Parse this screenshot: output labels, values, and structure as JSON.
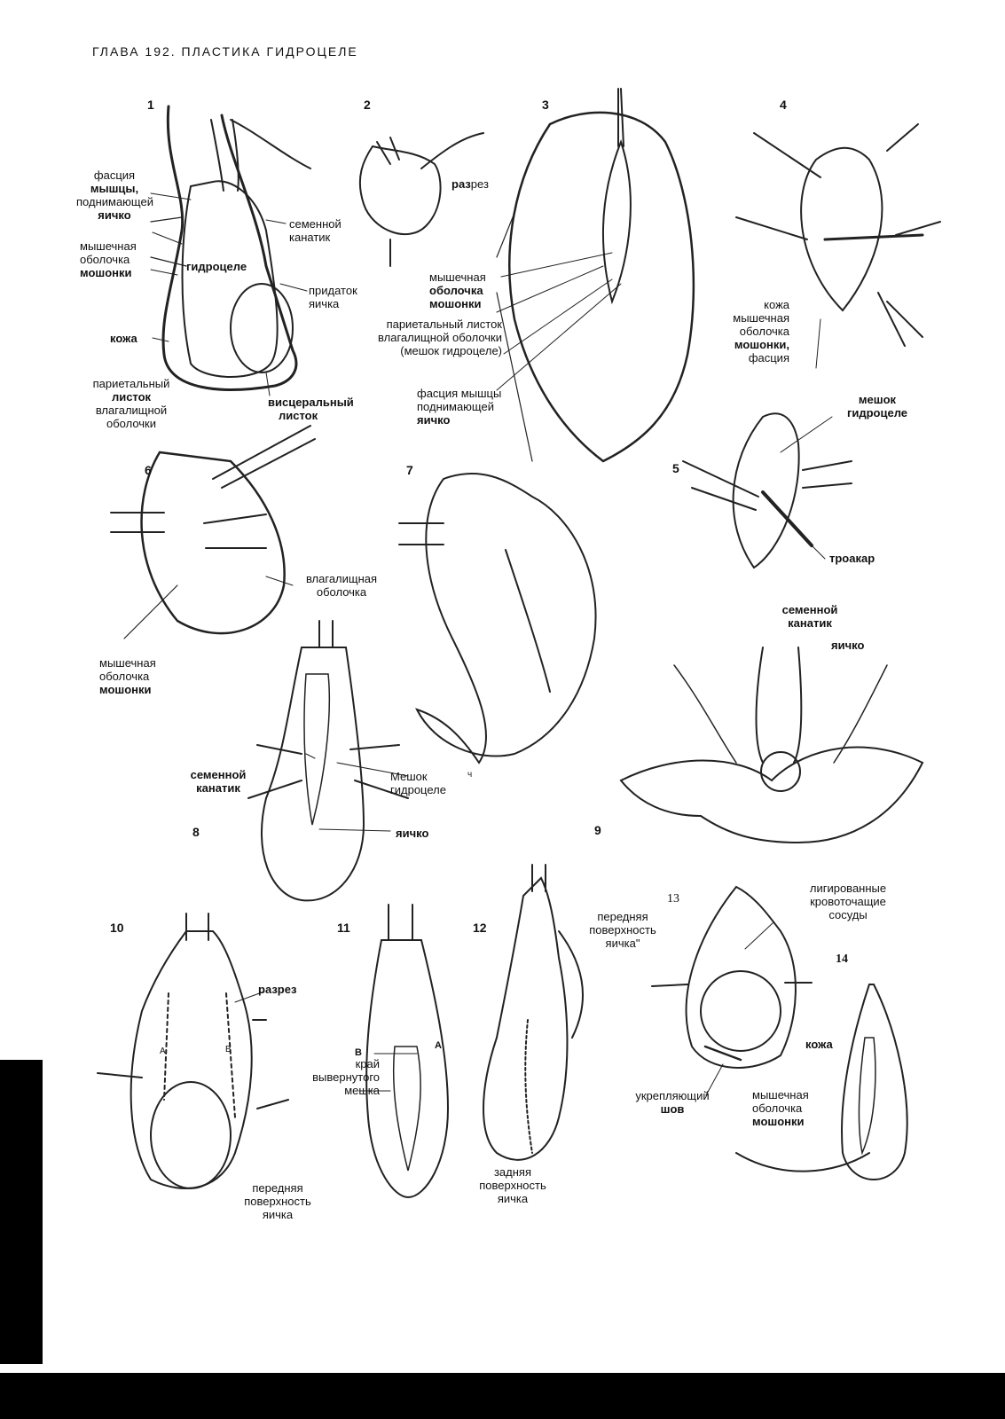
{
  "header": {
    "title": "ГЛАВА 192. ПЛАСТИКА ГИДРОЦЕЛЕ"
  },
  "figures": [
    {
      "num": "1",
      "labels": {
        "fascia": [
          "фасция",
          "мышцы,",
          "поднимающей",
          "яичко"
        ],
        "muscular": [
          "мышечная",
          "оболочка",
          "мошонки"
        ],
        "skin": "кожа",
        "spermatic": [
          "семенной",
          "канатик"
        ],
        "hydrocele": "гидроцеле",
        "epididymis": [
          "придаток",
          "яичка"
        ],
        "parietal": [
          "париетальный",
          "листок",
          "влагалищной",
          "оболочки"
        ],
        "visceral": [
          "висцеральный",
          "листок"
        ]
      }
    },
    {
      "num": "2",
      "labels": {
        "incision_a": "раз",
        "incision_b": "рез"
      }
    },
    {
      "num": "3",
      "labels": {
        "muscular": [
          "мышечная",
          "оболочка",
          "мошонки"
        ],
        "parietal": [
          "париетальный листок",
          "влагалищной оболочки",
          "(мешок гидроцеле)"
        ],
        "fascia": [
          "фасция мышцы",
          "поднимающей",
          "яичко"
        ]
      }
    },
    {
      "num": "4",
      "labels": {
        "layers": [
          "кожа",
          "мышечная",
          "оболочка",
          "мошонки,",
          "фасция"
        ]
      }
    },
    {
      "num": "5",
      "labels": {
        "sac": [
          "мешок",
          "гидроцеле"
        ],
        "trocar": "троакар"
      }
    },
    {
      "num": "6",
      "labels": {
        "vaginal": [
          "влагалищная",
          "оболочка"
        ],
        "muscular": [
          "мышечная",
          "оболочка",
          "мошонки"
        ]
      }
    },
    {
      "num": "7",
      "labels": {}
    },
    {
      "num": "8",
      "labels": {
        "spermatic": [
          "семенной",
          "канатик"
        ],
        "sac": [
          "Мешок",
          "гидроцеле"
        ],
        "testis": "яичко"
      }
    },
    {
      "num": "9",
      "labels": {
        "spermatic": [
          "семенной",
          "канатик"
        ],
        "testis": "яичко"
      }
    },
    {
      "num": "10",
      "labels": {
        "incision": "разрез",
        "a": "А",
        "b": "В",
        "anterior": [
          "передняя",
          "поверхность",
          "яичка"
        ]
      }
    },
    {
      "num": "11",
      "labels": {
        "b": "В",
        "a": "А",
        "edge": [
          "край",
          "вывернутого",
          "мешка"
        ]
      }
    },
    {
      "num": "12",
      "labels": {
        "posterior": [
          "задняя",
          "поверхность",
          "яичка"
        ]
      }
    },
    {
      "num": "13",
      "labels": {
        "anterior": [
          "передняя",
          "поверхность",
          "яичка\""
        ],
        "ligated": [
          "лигированные",
          "кровоточащие",
          "сосуды"
        ],
        "suture": [
          "укрепляющий",
          "шов"
        ]
      }
    },
    {
      "num": "14",
      "labels": {
        "skin": "кожа",
        "muscular": [
          "мышечная",
          "оболочка",
          "мошонки"
        ]
      }
    }
  ],
  "marks": {
    "ch": "ч"
  }
}
